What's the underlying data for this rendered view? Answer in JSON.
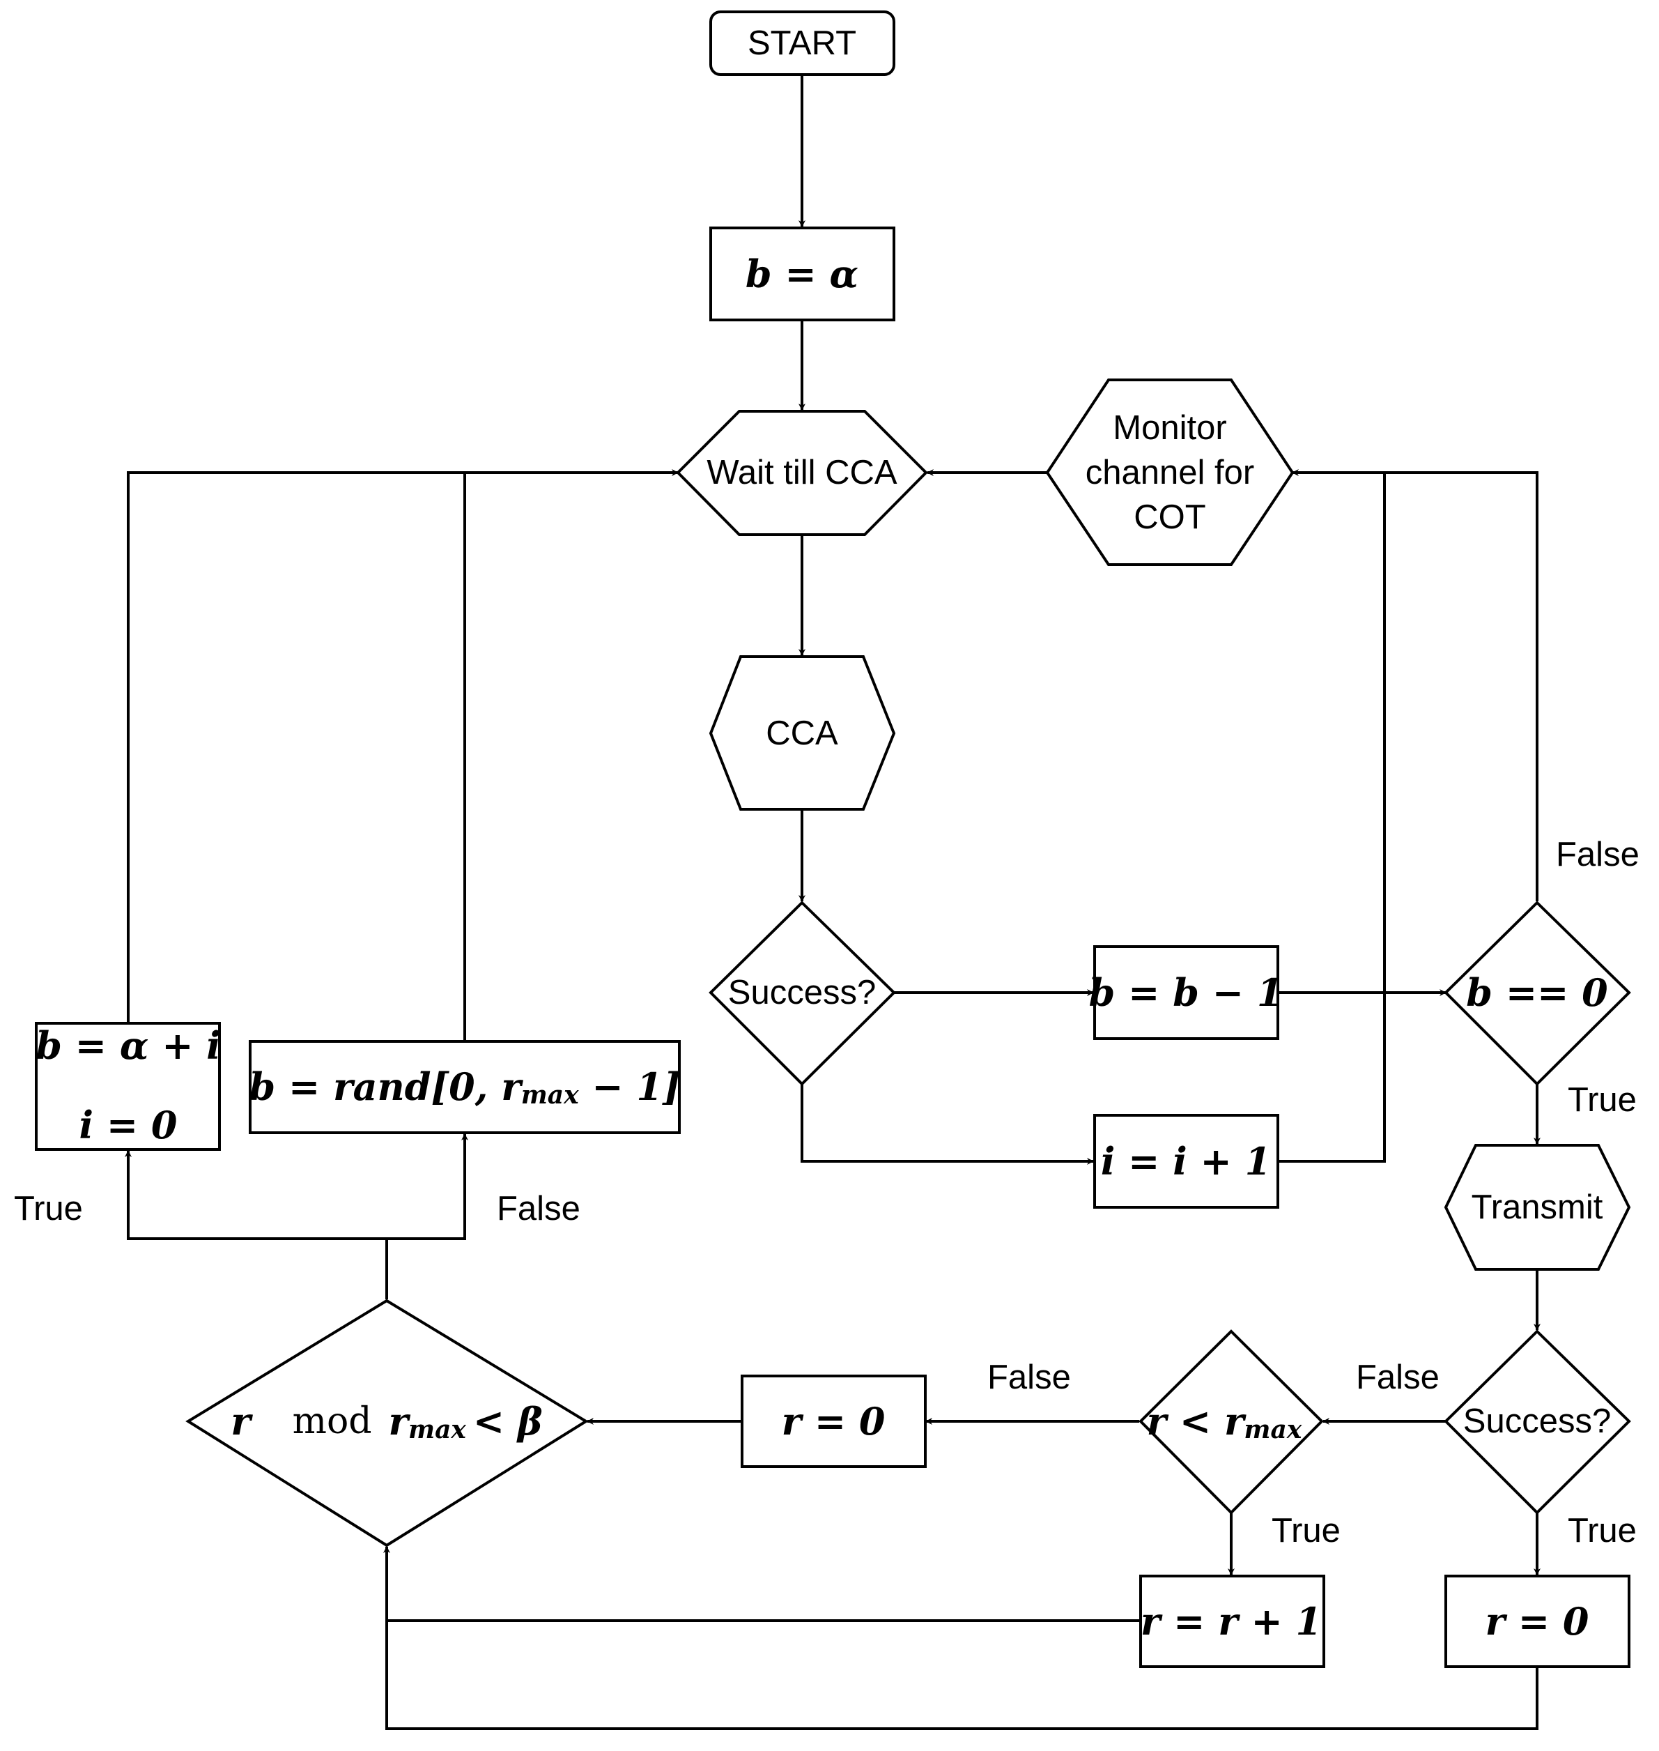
{
  "nodes": {
    "start": "START",
    "init_b": "b = α",
    "wait_cca": "Wait till CCA",
    "monitor": [
      "Monitor",
      "channel for",
      "COT"
    ],
    "cca": "CCA",
    "success_cca": "Success?",
    "dec_b": "b = b − 1",
    "check_b": "b == 0",
    "inc_i": "i = i + 1",
    "transmit": "Transmit",
    "success_tx": "Success?",
    "reset_r_true": "r = 0",
    "check_r": {
      "lhs": "r < r",
      "sub": "max"
    },
    "inc_r": "r = r + 1",
    "reset_r_false": "r = 0",
    "mod_check": {
      "r": "r",
      "mod": "mod",
      "rmax": "r",
      "sub": "max",
      "rest": "< β"
    },
    "set_b_true": [
      "b = α + i",
      "i = 0"
    ],
    "set_b_false": {
      "pre": "b = rand[0, r",
      "sub": "max",
      "post": " − 1]"
    }
  },
  "edge_labels": {
    "check_b_false": "False",
    "check_b_true": "True",
    "success_tx_false": "False",
    "success_tx_true": "True",
    "check_r_false": "False",
    "check_r_true": "True",
    "mod_true": "True",
    "mod_false": "False"
  }
}
